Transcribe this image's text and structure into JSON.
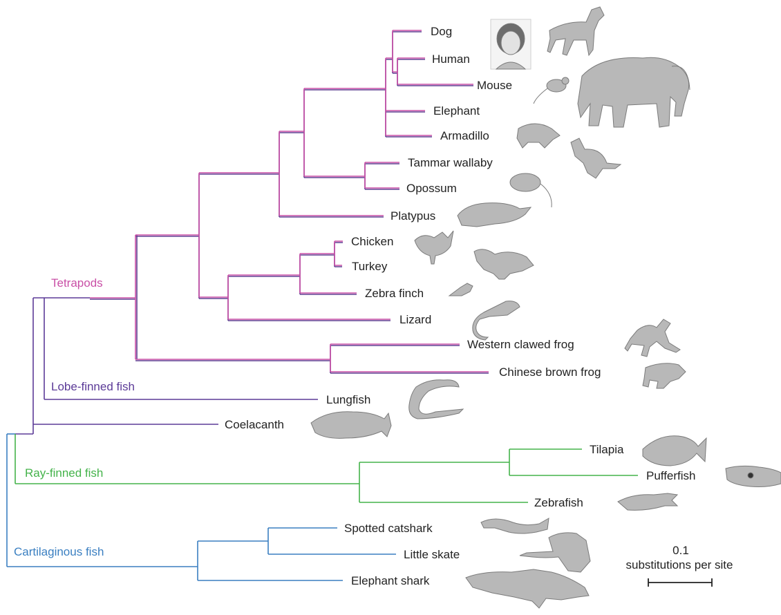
{
  "colors": {
    "tetrapods": "#c94fa6",
    "tetrapods_inner": "#5f3f91",
    "lobe_finned": "#5b3a97",
    "ray_finned": "#44b34a",
    "cartilaginous": "#3a7fc1",
    "text": "#222222",
    "illustration": "#9a9a9a"
  },
  "groups": {
    "tetrapods": "Tetrapods",
    "lobe_finned": "Lobe-finned fish",
    "ray_finned": "Ray-finned fish",
    "cartilaginous": "Cartilaginous fish"
  },
  "taxa": {
    "dog": "Dog",
    "human": "Human",
    "mouse": "Mouse",
    "elephant": "Elephant",
    "armadillo": "Armadillo",
    "tammar_wallaby": "Tammar wallaby",
    "opossum": "Opossum",
    "platypus": "Platypus",
    "chicken": "Chicken",
    "turkey": "Turkey",
    "zebra_finch": "Zebra finch",
    "lizard": "Lizard",
    "western_clawed_frog": "Western clawed frog",
    "chinese_brown_frog": "Chinese brown frog",
    "lungfish": "Lungfish",
    "coelacanth": "Coelacanth",
    "tilapia": "Tilapia",
    "pufferfish": "Pufferfish",
    "zebrafish": "Zebrafish",
    "spotted_catshark": "Spotted catshark",
    "little_skate": "Little skate",
    "elephant_shark": "Elephant shark"
  },
  "scale_bar": {
    "value": "0.1",
    "unit": "substitutions per site"
  }
}
